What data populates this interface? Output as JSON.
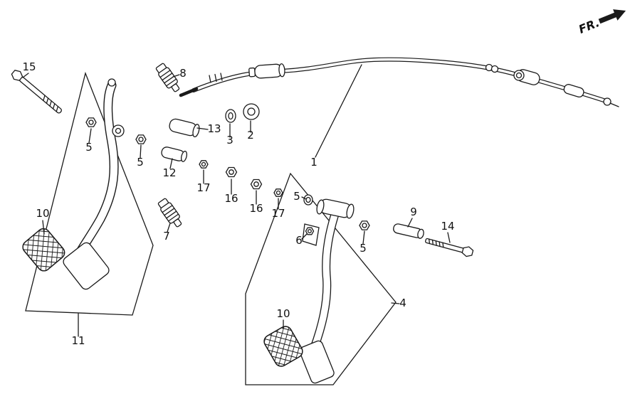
{
  "colors": {
    "line": "#1a1a1a",
    "background": "#ffffff"
  },
  "direction_indicator": {
    "label": "FR."
  },
  "callouts": [
    {
      "text": "15"
    },
    {
      "text": "8"
    },
    {
      "text": "13"
    },
    {
      "text": "3"
    },
    {
      "text": "2"
    },
    {
      "text": "1"
    },
    {
      "text": "5"
    },
    {
      "text": "5"
    },
    {
      "text": "12"
    },
    {
      "text": "17"
    },
    {
      "text": "16"
    },
    {
      "text": "16"
    },
    {
      "text": "17"
    },
    {
      "text": "7"
    },
    {
      "text": "10"
    },
    {
      "text": "11"
    },
    {
      "text": "5"
    },
    {
      "text": "6"
    },
    {
      "text": "5"
    },
    {
      "text": "9"
    },
    {
      "text": "14"
    },
    {
      "text": "10"
    },
    {
      "text": "4"
    }
  ]
}
